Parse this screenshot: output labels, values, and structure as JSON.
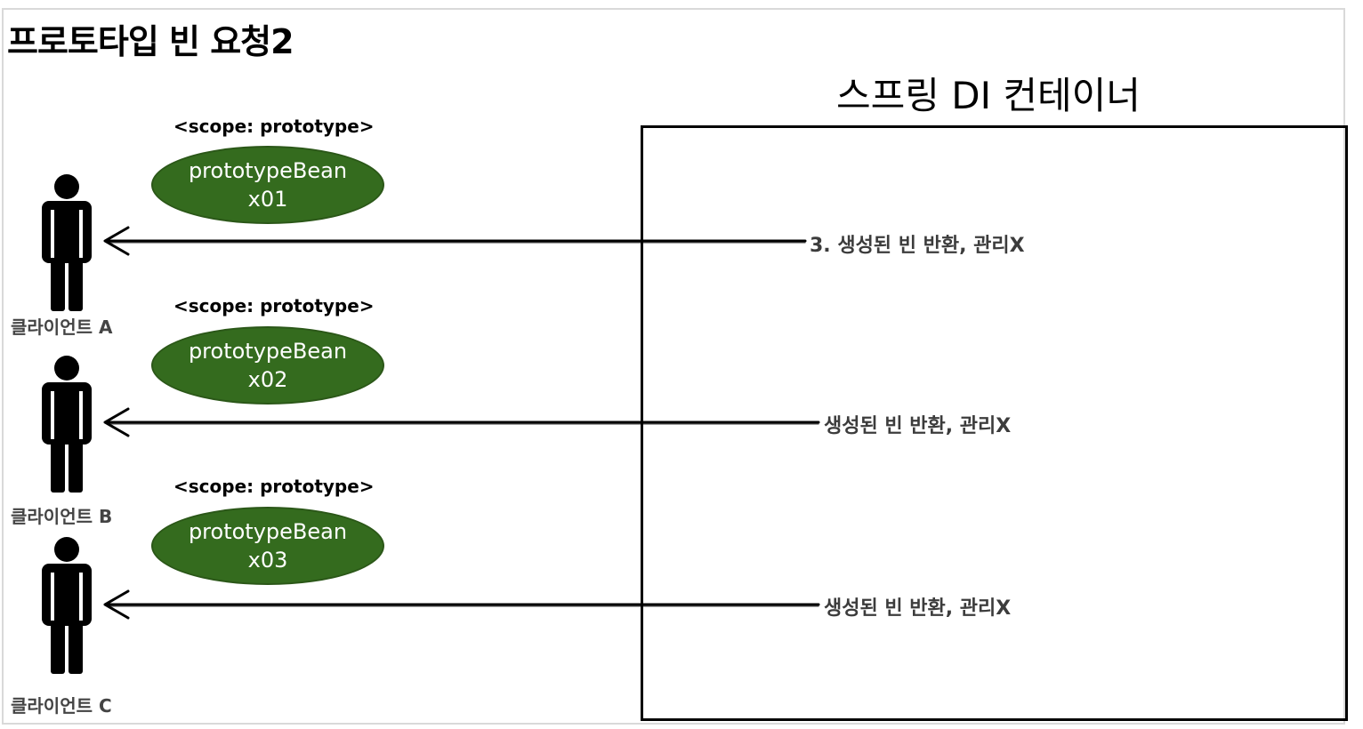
{
  "title": "프로토타입 빈 요청2",
  "container": {
    "label": "스프링 DI 컨테이너"
  },
  "rows": [
    {
      "scope": "<scope: prototype>",
      "bean_name": "prototypeBean",
      "bean_id": "x01",
      "client": "클라이언트 A",
      "message": "3. 생성된 빈 반환, 관리X"
    },
    {
      "scope": "<scope: prototype>",
      "bean_name": "prototypeBean",
      "bean_id": "x02",
      "client": "클라이언트 B",
      "message": "생성된 빈 반환, 관리X"
    },
    {
      "scope": "<scope: prototype>",
      "bean_name": "prototypeBean",
      "bean_id": "x03",
      "client": "클라이언트 C",
      "message": "생성된 빈 반환, 관리X"
    }
  ],
  "colors": {
    "bean_fill": "#346b1e",
    "bean_text": "#ffffff",
    "label_text": "#444444",
    "frame_border": "#d9d9d9"
  }
}
